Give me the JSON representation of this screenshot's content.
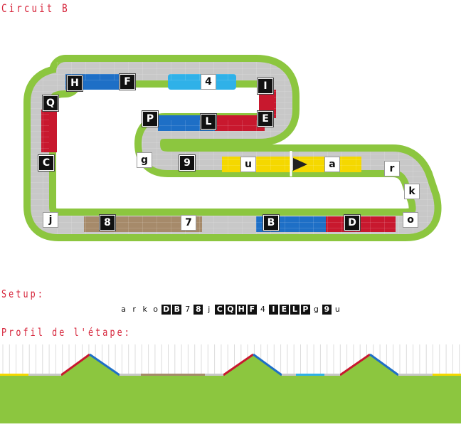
{
  "title": "Circuit B",
  "setup_label": "Setup:",
  "profile_label": "Profil de l'étape:",
  "colors": {
    "green": "#8cc63f",
    "grey": "#c8c8c8",
    "blue": "#1e6fc6",
    "light_blue": "#2fb1e8",
    "red": "#c8182e",
    "yellow": "#f5d800",
    "brown": "#a68a6a",
    "heading": "#d6243a"
  },
  "tiles": {
    "H": "H",
    "F": "F",
    "n4": "4",
    "I": "I",
    "Q": "Q",
    "P": "P",
    "L": "L",
    "E": "E",
    "g": "g",
    "n9": "9",
    "u": "u",
    "a": "a",
    "C": "C",
    "r": "r",
    "k": "k",
    "j": "j",
    "n8": "8",
    "n7": "7",
    "B": "B",
    "D": "D",
    "o": "o"
  },
  "setup_sequence": [
    {
      "c": "a",
      "t": "light"
    },
    {
      "c": "r",
      "t": "light"
    },
    {
      "c": "k",
      "t": "light"
    },
    {
      "c": "o",
      "t": "light"
    },
    {
      "c": "D",
      "t": "dark"
    },
    {
      "c": "B",
      "t": "dark"
    },
    {
      "c": "7",
      "t": "light"
    },
    {
      "c": "8",
      "t": "dark"
    },
    {
      "c": "j",
      "t": "light"
    },
    {
      "c": "C",
      "t": "dark"
    },
    {
      "c": "Q",
      "t": "dark"
    },
    {
      "c": "H",
      "t": "dark"
    },
    {
      "c": "F",
      "t": "dark"
    },
    {
      "c": "4",
      "t": "light"
    },
    {
      "c": "I",
      "t": "dark"
    },
    {
      "c": "E",
      "t": "dark"
    },
    {
      "c": "L",
      "t": "dark"
    },
    {
      "c": "P",
      "t": "dark"
    },
    {
      "c": "g",
      "t": "light"
    },
    {
      "c": "9",
      "t": "dark"
    },
    {
      "c": "u",
      "t": "light"
    }
  ]
}
